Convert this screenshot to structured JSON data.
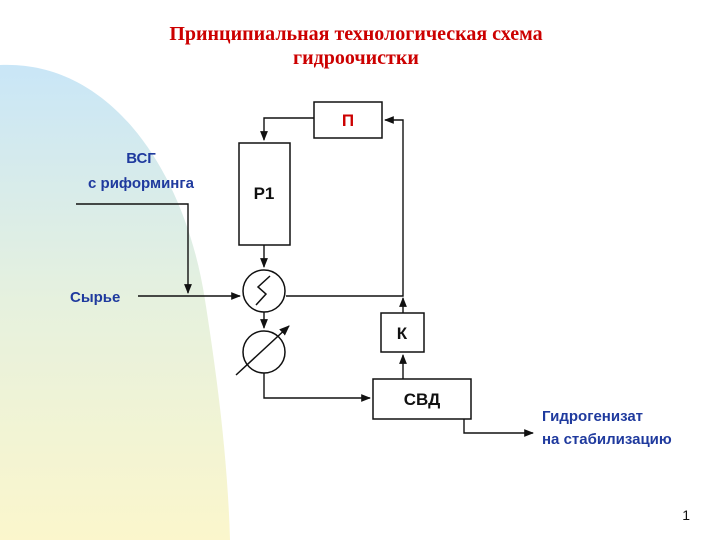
{
  "slide": {
    "title_line1": "Принципиальная технологическая схема",
    "title_line2": "гидроочистки",
    "page_number": "1"
  },
  "diagram": {
    "nodes": {
      "furnace": "П",
      "reactor": "Р1",
      "compressor": "К",
      "separator": "СВД"
    },
    "labels": {
      "vsg_line1": "ВСГ",
      "vsg_line2": "с риформинга",
      "feed": "Сырье",
      "product_line1": "Гидрогенизат",
      "product_line2": "на стабилизацию"
    }
  },
  "colors": {
    "title": "#cc0000",
    "label": "#1f3a9e",
    "line": "#111111",
    "gradient_top": "#c9e6f7",
    "gradient_bottom": "#fbf6cc"
  }
}
